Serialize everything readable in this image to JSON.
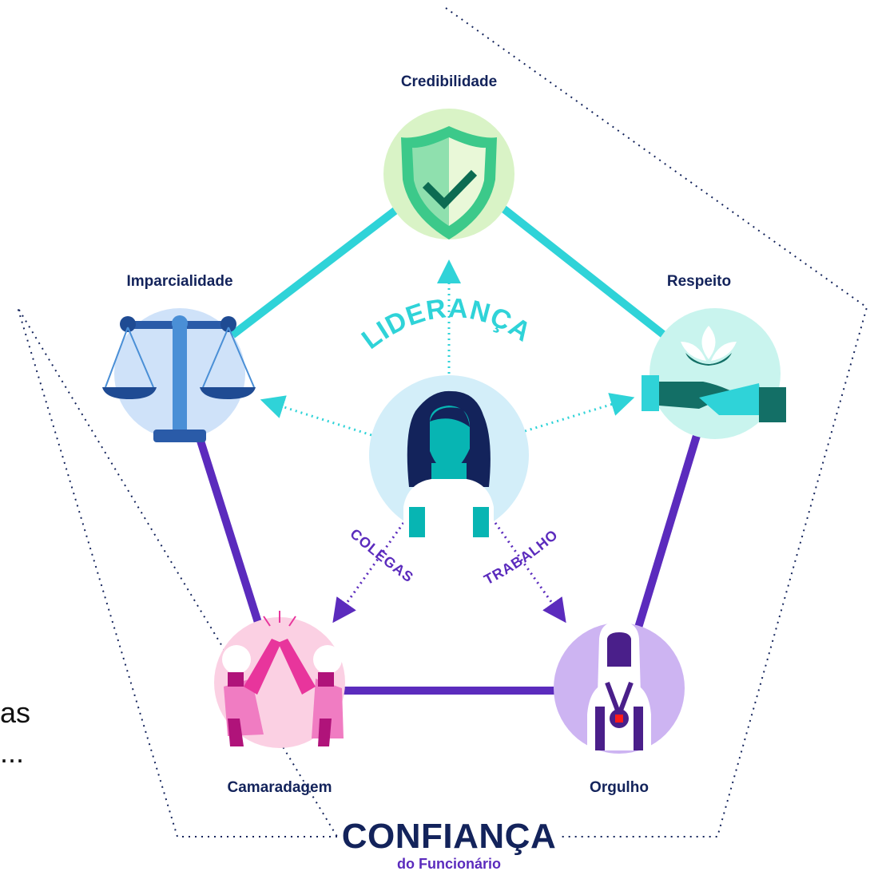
{
  "nodes": {
    "credibilidade": "Credibilidade",
    "imparcialidade": "Imparcialidade",
    "respeito": "Respeito",
    "camaradagem": "Camaradagem",
    "orgulho": "Orgulho"
  },
  "center": {
    "lideranca": "LIDERANÇA",
    "colegas": "COLEGAS",
    "trabalho": "TRABALHO"
  },
  "footer": {
    "title": "CONFIANÇA",
    "subtitle": "do Funcionário"
  },
  "background_fragments": {
    "line1": "as",
    "line2": "..."
  },
  "colors": {
    "navy": "#13235b",
    "teal": "#2fd3d8",
    "purple": "#5b2bbd",
    "green": "#3cc98a",
    "blue": "#4a8fd6",
    "pink": "#e8359c",
    "lavender": "#cdb4f2"
  }
}
